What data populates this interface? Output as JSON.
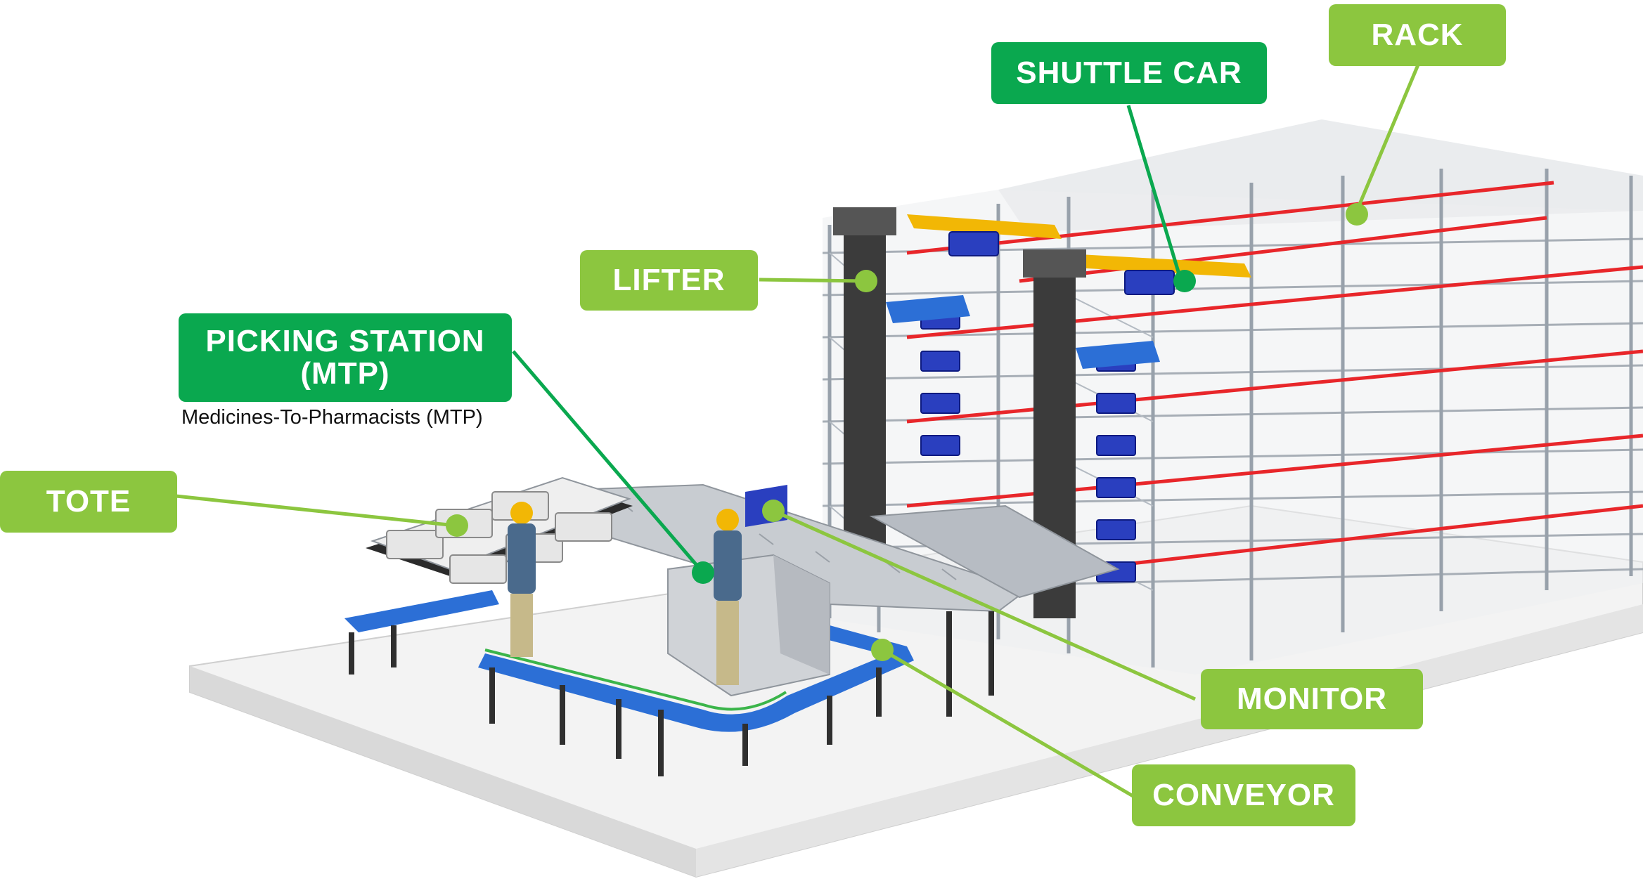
{
  "labels": {
    "rack": "RACK",
    "shuttle_car": "SHUTTLE CAR",
    "lifter": "LIFTER",
    "picking_station_line1": "PICKING STATION",
    "picking_station_line2": "(MTP)",
    "picking_station_caption": "Medicines-To-Pharmacists (MTP)",
    "tote": "TOTE",
    "monitor": "MONITOR",
    "conveyor": "CONVEYOR"
  },
  "colors": {
    "label_light": "#8cc63f",
    "label_dark": "#0aa84f",
    "rack_frame": "#9aa3ad",
    "rack_rail": "#e8262a",
    "shuttle": "#f2b705",
    "tote_blue": "#2a3fbf",
    "conveyor_blue": "#2c6fd6",
    "floor": "#f1f1f1"
  }
}
